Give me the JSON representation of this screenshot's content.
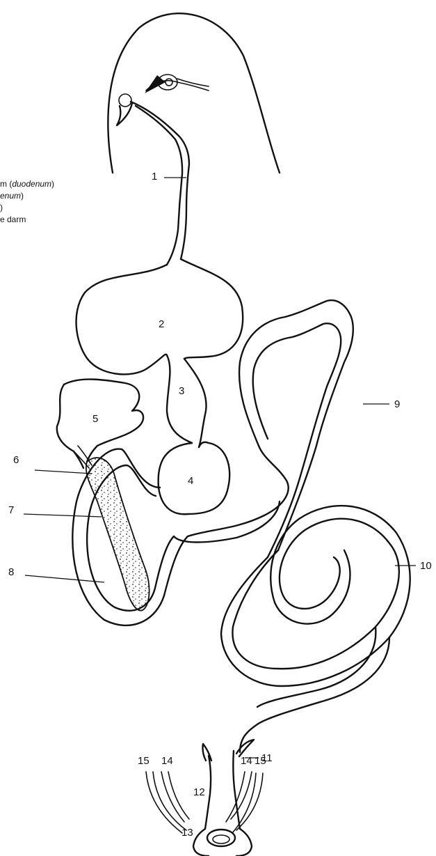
{
  "legend_fragments": {
    "line1_plain": "m (",
    "line1_italic": "duodenum",
    "line1_close": ")",
    "line2_italic": "enum",
    "line2_close": ")",
    "line3": ")",
    "line4": "e darm"
  },
  "labels": [
    "1",
    "2",
    "3",
    "4",
    "5",
    "6",
    "7",
    "8",
    "9",
    "10",
    "11",
    "12",
    "13",
    "14",
    "14",
    "15",
    "15"
  ]
}
